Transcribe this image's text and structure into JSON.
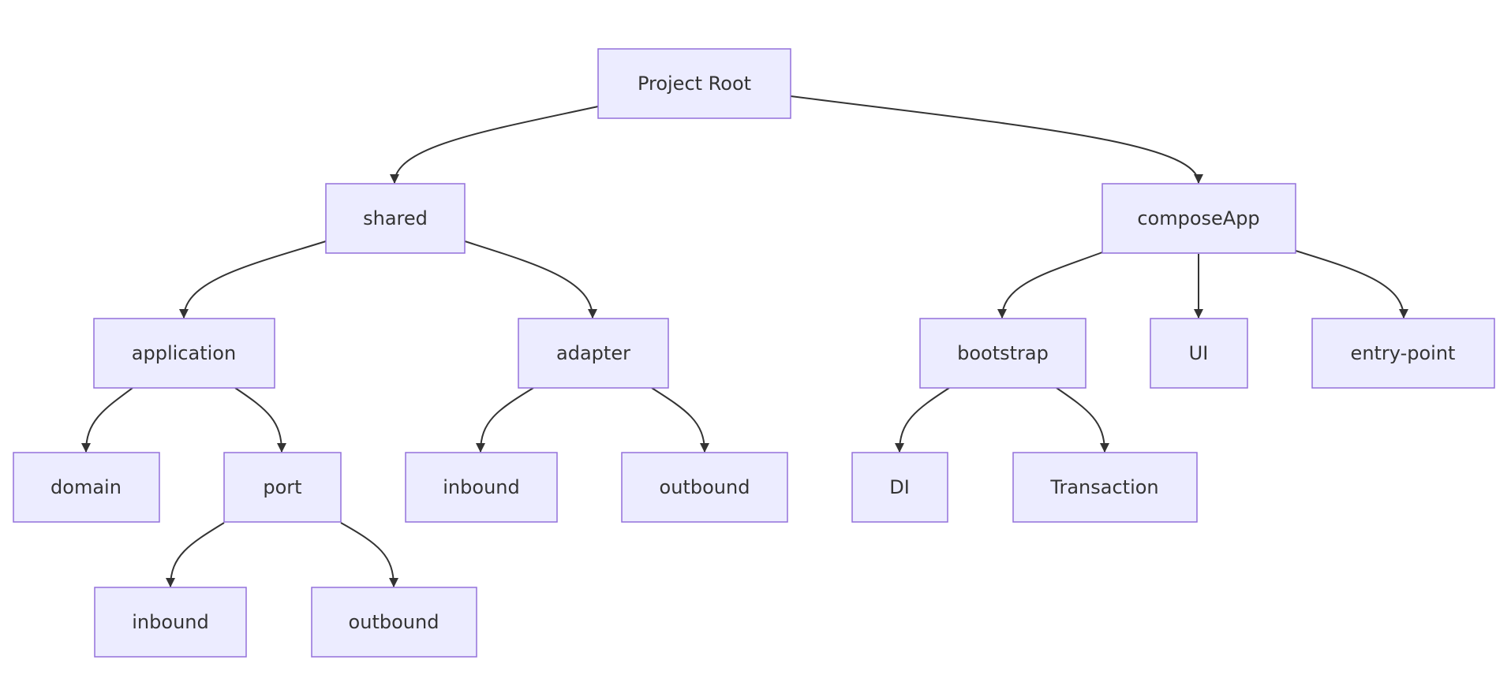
{
  "diagram": {
    "colors": {
      "node_fill": "#ECECFF",
      "node_border": "#9370DB",
      "edge": "#333333",
      "text": "#333333"
    },
    "nodes": {
      "root": "Project Root",
      "shared": "shared",
      "compose_app": "composeApp",
      "application": "application",
      "adapter": "adapter",
      "bootstrap": "bootstrap",
      "ui": "UI",
      "entry_point": "entry-point",
      "domain": "domain",
      "port": "port",
      "adapter_inbound": "inbound",
      "adapter_outbound": "outbound",
      "di": "DI",
      "transaction": "Transaction",
      "port_inbound": "inbound",
      "port_outbound": "outbound"
    },
    "edges": [
      [
        "root",
        "shared"
      ],
      [
        "root",
        "compose_app"
      ],
      [
        "shared",
        "application"
      ],
      [
        "shared",
        "adapter"
      ],
      [
        "compose_app",
        "bootstrap"
      ],
      [
        "compose_app",
        "ui"
      ],
      [
        "compose_app",
        "entry_point"
      ],
      [
        "application",
        "domain"
      ],
      [
        "application",
        "port"
      ],
      [
        "adapter",
        "adapter_inbound"
      ],
      [
        "adapter",
        "adapter_outbound"
      ],
      [
        "bootstrap",
        "di"
      ],
      [
        "bootstrap",
        "transaction"
      ],
      [
        "port",
        "port_inbound"
      ],
      [
        "port",
        "port_outbound"
      ]
    ]
  }
}
